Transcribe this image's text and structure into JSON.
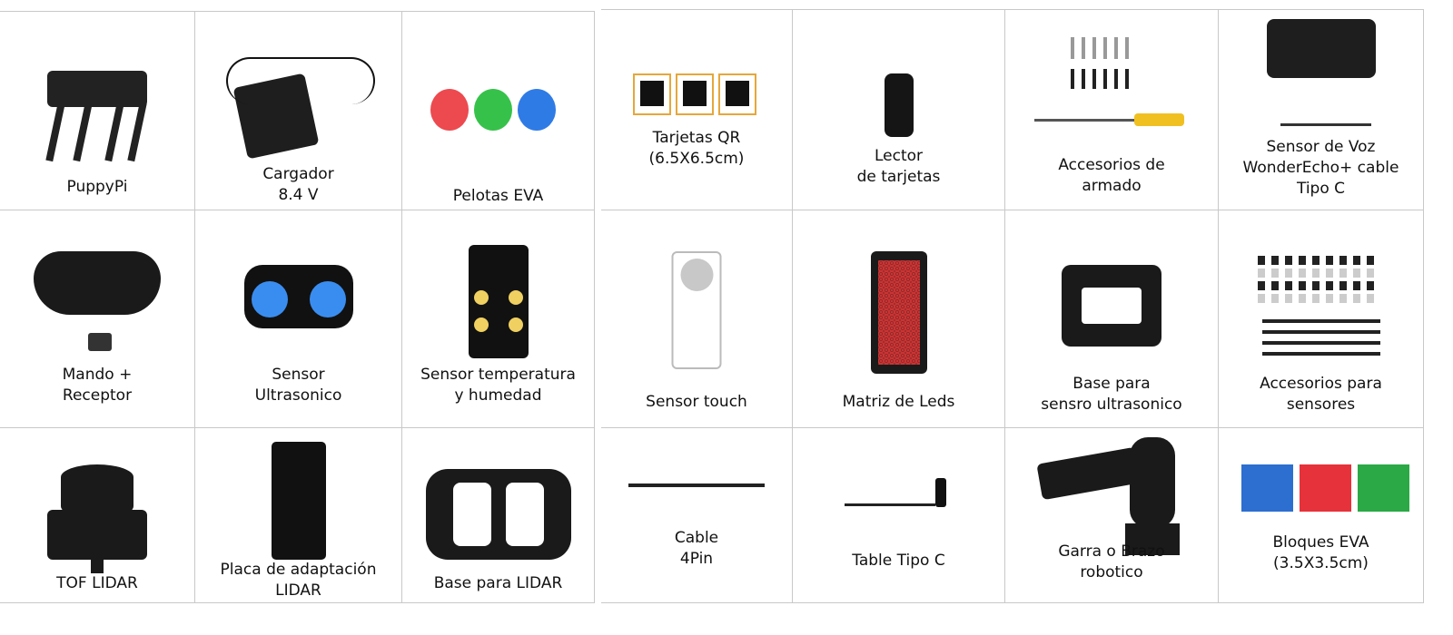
{
  "items": [
    {
      "label": "PuppyPi",
      "icon": "robot-dog-icon"
    },
    {
      "label": "Cargador\n8.4 V",
      "icon": "charger-icon"
    },
    {
      "label": "Pelotas EVA",
      "icon": "balls-icon"
    },
    {
      "label": "Mando +\nReceptor",
      "icon": "gamepad-icon"
    },
    {
      "label": "Sensor\nUltrasonico",
      "icon": "ultrasonic-sensor-icon"
    },
    {
      "label": "Sensor temperatura\ny humedad",
      "icon": "temperature-sensor-icon"
    },
    {
      "label": "TOF LIDAR",
      "icon": "lidar-icon"
    },
    {
      "label": "Placa de adaptación\nLIDAR",
      "icon": "adapter-board-icon"
    },
    {
      "label": "Base para LIDAR",
      "icon": "lidar-base-icon"
    },
    {
      "label": "Tarjetas QR\n(6.5X6.5cm)",
      "icon": "qr-cards-icon"
    },
    {
      "label": "Lector\nde tarjetas",
      "icon": "card-reader-icon"
    },
    {
      "label": "Accesorios de\narmado",
      "icon": "screws-screwdriver-icon"
    },
    {
      "label": "Sensor de Voz\nWonderEcho+ cable\nTipo C",
      "icon": "voice-sensor-icon"
    },
    {
      "label": "Sensor touch",
      "icon": "touch-sensor-icon"
    },
    {
      "label": "Matriz de Leds",
      "icon": "led-matrix-icon"
    },
    {
      "label": "Base para\nsensro ultrasonico",
      "icon": "sensor-base-icon"
    },
    {
      "label": "Accesorios para\nsensores",
      "icon": "sensor-accessories-icon"
    },
    {
      "label": "Cable\n4Pin",
      "icon": "cable-4pin-icon"
    },
    {
      "label": "Table Tipo C",
      "icon": "usb-c-cable-icon"
    },
    {
      "label": "Garra o Brazo\nrobotico",
      "icon": "robot-arm-icon"
    },
    {
      "label": "Bloques EVA\n(3.5X3.5cm)",
      "icon": "cubes-icon"
    }
  ],
  "colors": {
    "red": "#ec4a4f",
    "green": "#36c24a",
    "blue": "#2f7be6",
    "cube_blue": "#2c6fd0",
    "cube_red": "#e6323a",
    "cube_green": "#2aa946",
    "sensor_blue": "#3a8df0"
  }
}
